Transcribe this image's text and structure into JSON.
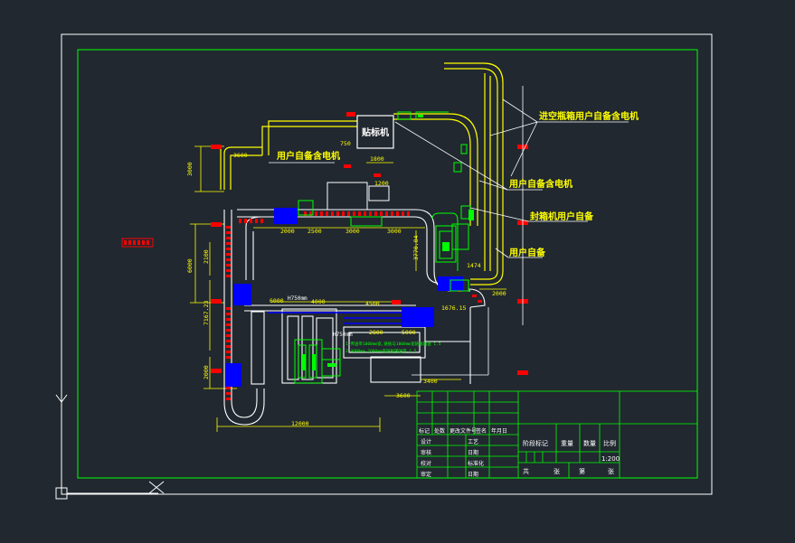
{
  "annotations": {
    "vacuum_feeder": "进空瓶箱用户自备含电机",
    "user_motor_top": "用户自备含电机",
    "user_motor_right": "用户自备含电机",
    "sealer": "封箱机用户自备",
    "user_supply": "用户自备",
    "labeler": "贴标机"
  },
  "dimensions": {
    "d3600": "3600",
    "d3000_left": "3000",
    "d750": "750",
    "d1200": "1200",
    "d1800": "1800",
    "d2000": "2000",
    "d2500": "2500",
    "d3000_mid": "3000",
    "d3000_r": "3000",
    "d6000": "6000",
    "d2100": "2100",
    "d7167": "7167.23",
    "d2000_left": "2000",
    "d4000": "4000",
    "d4500": "4500",
    "d1676": "1676.15",
    "d3770": "3770.84",
    "d1474": "1474",
    "d2000_r": "2000",
    "d2800": "2800",
    "d5000": "5000",
    "d3400": "3400",
    "d3600_bot": "3600",
    "d12000": "12000",
    "h750_a": "H750mm",
    "h750_b": "H750mm",
    "d6000_b": "6000"
  },
  "notes": {
    "line1": "1.传送带1000mm宽,链板与1000mm宽链板输送 1.5",
    "line2": "2.4000mm,2000mm宽链板输送带 1.5"
  },
  "title_block": {
    "row_header": [
      "标记",
      "处数",
      "更改文件号",
      "签名",
      "年月日"
    ],
    "rows_left": [
      "设计",
      "审核",
      "校对",
      "审定"
    ],
    "rows_mid": [
      "工艺",
      "日期",
      "标准化",
      "日期"
    ],
    "stage_label": "阶段标记",
    "weight_label": "重量",
    "qty_label": "数量",
    "scale_label": "比例",
    "scale_value": "1:200",
    "sheet_total": "共",
    "sheet_unit": "张",
    "sheet_no": "第",
    "sheet_unit2": "张"
  },
  "colors": {
    "background": "#212830",
    "frame": "#ffffff",
    "border": "#00ff00",
    "conveyor": "#ffff00",
    "dimension": "#ffff00",
    "machine_blue": "#0000ff",
    "red": "#ff0000"
  }
}
